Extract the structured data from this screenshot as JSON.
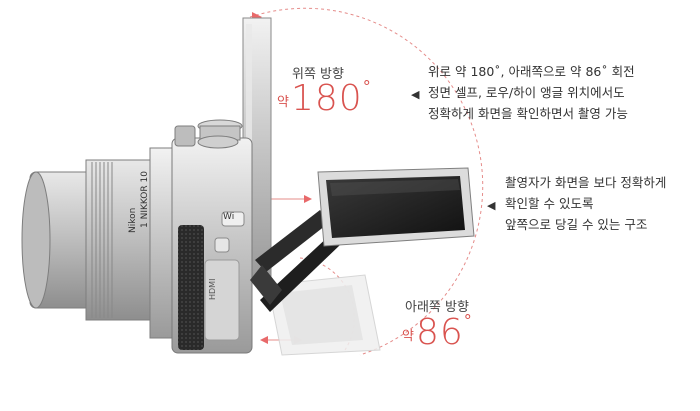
{
  "upward": {
    "label": "위쪽 방향",
    "prefix": "약",
    "angle": "180",
    "unit": "°"
  },
  "downward": {
    "label": "아래쪽 방향",
    "prefix": "약",
    "angle": "86",
    "unit": "°"
  },
  "description1": [
    "위로 약 180˚, 아래쪽으로 약 86˚ 회전",
    "정면 셀프, 로우/하이 앵글 위치에서도",
    "정확하게 화면을 확인하면서 촬영 가능"
  ],
  "description2": [
    "촬영자가 화면을 보다 정확하게",
    "확인할 수 있도록",
    "앞쪽으로 당길 수 있는 구조"
  ],
  "camera": {
    "brand": "Nikon",
    "lens_text": "1 NIKKOR 10",
    "wifi": "Wi",
    "hdmi": "HDMI"
  },
  "colors": {
    "accent": "#d9534f"
  },
  "icons": {
    "pointer": "left-triangle-icon"
  }
}
